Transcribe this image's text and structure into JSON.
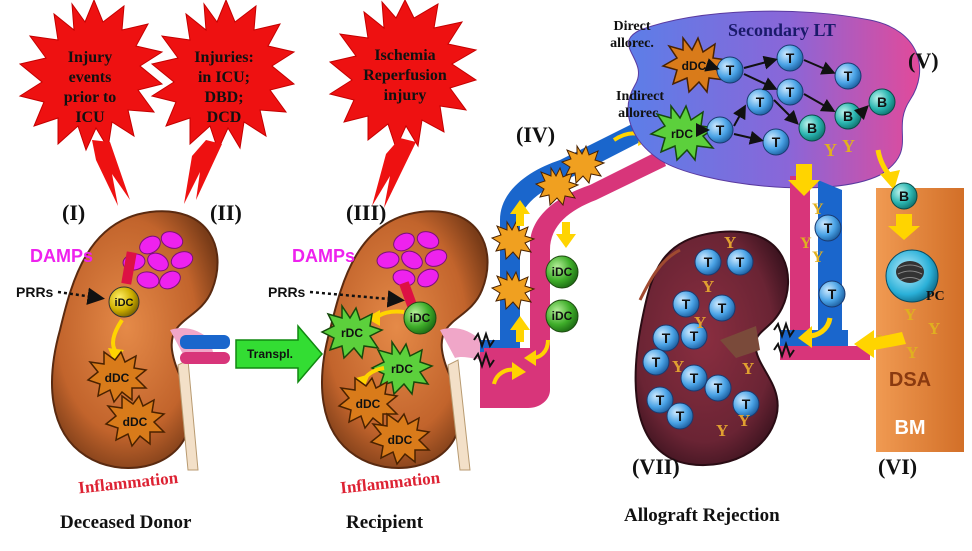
{
  "bursts": {
    "b1": "Injury\nevents\nprior to\nICU",
    "b2": "Injuries:\nin ICU;\nDBD;\nDCD",
    "b3": "Ischemia\nReperfusion\ninjury"
  },
  "roman": {
    "i": "(I)",
    "ii": "(II)",
    "iii": "(III)",
    "iv": "(IV)",
    "v": "(V)",
    "vi": "(VI)",
    "vii": "(VII)"
  },
  "labels": {
    "damps": "DAMPs",
    "prrs": "PRRs",
    "idc": "iDC",
    "ddc": "dDC",
    "rdc": "rDC",
    "t": "T",
    "b": "B",
    "pc": "PC",
    "dsa": "DSA",
    "bm": "BM",
    "transpl": "Transpl.",
    "inflammation": "Inflammation",
    "direct": "Direct\nallorec.",
    "indirect": "Indirect\nallorec.",
    "secondary_lt": "Secondary LT",
    "y": "Y"
  },
  "captions": {
    "donor": "Deceased Donor",
    "recipient": "Recipient",
    "rejection": "Allograft Rejection"
  },
  "colors": {
    "burst_red": "#ee1111",
    "damps_magenta": "#ee22ee",
    "kidney_brown": "#c2642c",
    "kidney_dark": "#6e3a1a",
    "vessel_blue": "#1a66cc",
    "vessel_pink": "#d8357a",
    "tcell_blue": "#4aa3e6",
    "bcell_teal": "#2ab5b0",
    "idc_green": "#3fae2a",
    "ddc_orange": "#d97b1a",
    "bm_orange": "#e8823a",
    "lt_blue": "#5a7fe0",
    "arrow_yellow": "#ffd400",
    "transpl_green": "#33dd33"
  }
}
